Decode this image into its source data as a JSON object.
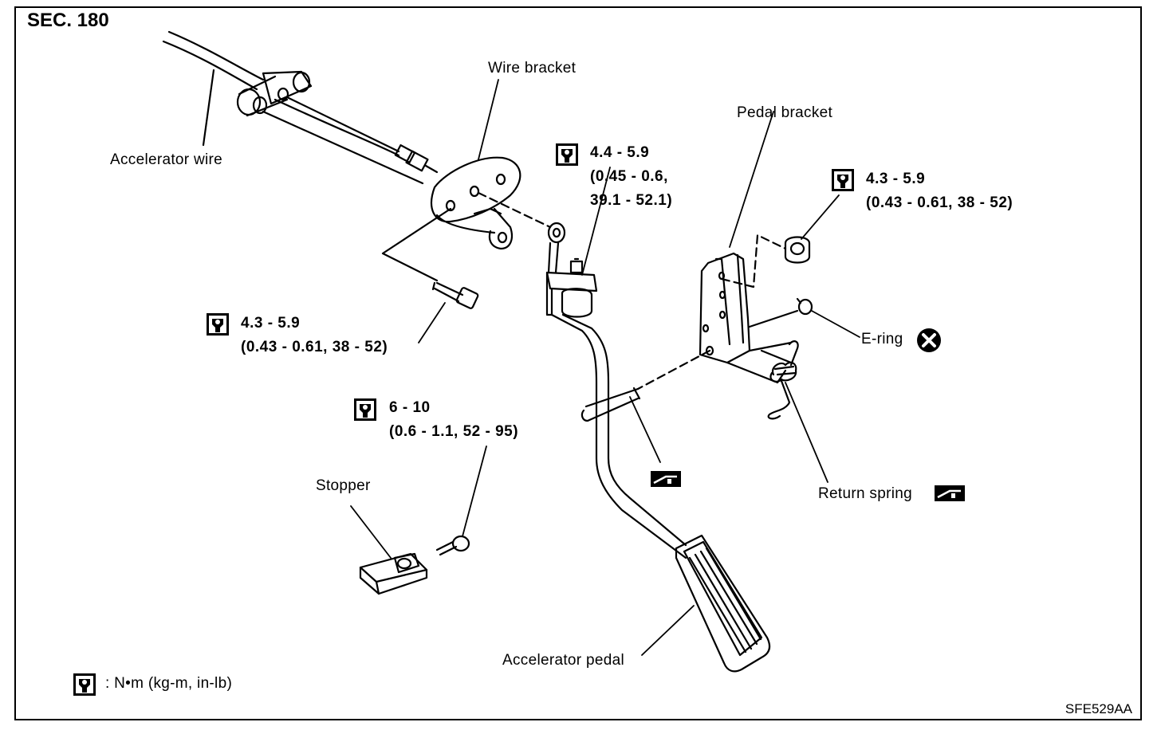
{
  "section": "SEC. 180",
  "figure_code": "SFE529AA",
  "labels": {
    "accelerator_wire": "Accelerator wire",
    "wire_bracket": "Wire bracket",
    "pedal_bracket": "Pedal bracket",
    "e_ring": "E-ring",
    "return_spring": "Return spring",
    "stopper": "Stopper",
    "accelerator_pedal": "Accelerator pedal"
  },
  "torque_specs": {
    "wire_bracket_bolt": {
      "line1": "4.3 - 5.9",
      "line2": "(0.43 - 0.61, 38 - 52)"
    },
    "pedal_rod_nut": {
      "line1": "4.4 - 5.9",
      "line2": "(0.45 - 0.6,",
      "line3": "39.1 - 52.1)"
    },
    "pedal_bracket_nut": {
      "line1": "4.3 - 5.9",
      "line2": "(0.43 - 0.61, 38 - 52)"
    },
    "stopper_bolt": {
      "line1": "6 - 10",
      "line2": "(0.6 - 1.1, 52 - 95)"
    }
  },
  "legend": {
    "unit_text": ": N•m (kg-m, in-lb)"
  },
  "icons": [
    "torque-wrench-icon",
    "grease-icon",
    "replace-x-icon"
  ]
}
